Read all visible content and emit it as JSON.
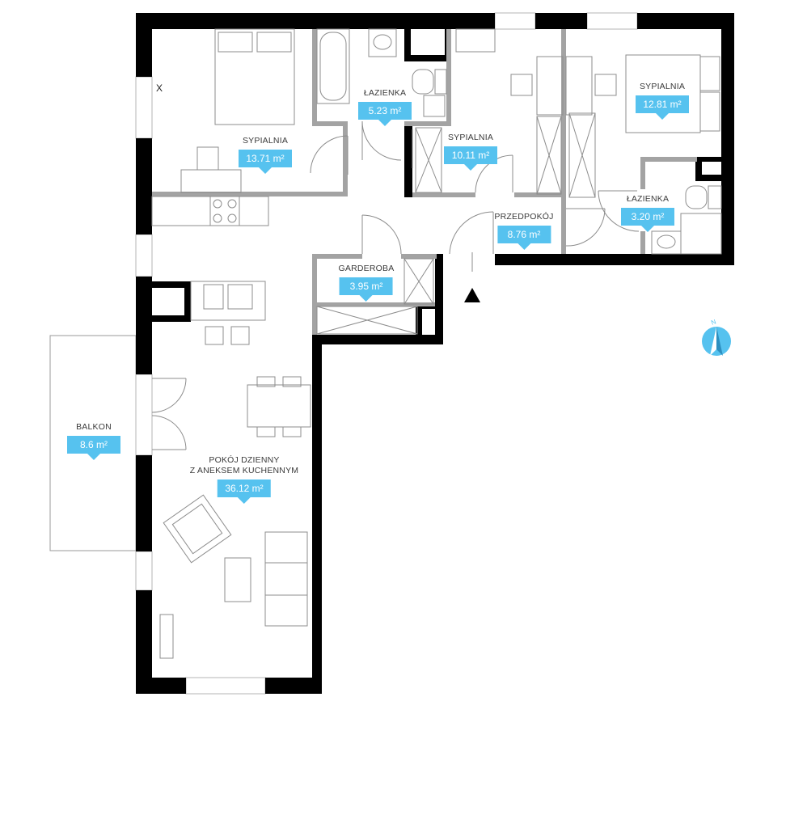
{
  "rooms": {
    "bedroom_1": {
      "name": "SYPIALNIA",
      "area": "13.71 m²"
    },
    "bathroom_1": {
      "name": "ŁAZIENKA",
      "area": "5.23 m²"
    },
    "bedroom_2": {
      "name": "SYPIALNIA",
      "area": "10.11 m²"
    },
    "bedroom_3": {
      "name": "SYPIALNIA",
      "area": "12.81 m²"
    },
    "bathroom_2": {
      "name": "ŁAZIENKA",
      "area": "3.20 m²"
    },
    "hallway": {
      "name": "PRZEDPOKÓJ",
      "area": "8.76 m²"
    },
    "wardrobe": {
      "name": "GARDEROBA",
      "area": "3.95 m²"
    },
    "balcony": {
      "name": "BALKON",
      "area": "8.6 m²"
    },
    "living_room": {
      "name_line1": "POKÓJ DZIENNY",
      "name_line2": "Z ANEKSEM KUCHENNYM",
      "area": "36.12 m²"
    }
  },
  "markers": {
    "x": "X",
    "compass_label": "N"
  },
  "colors": {
    "accent": "#56c2ef",
    "wall": "#000000",
    "partition": "#a3a3a3",
    "furniture": "#8c8c8c"
  },
  "icons": {
    "entrance": "entrance-arrow-icon",
    "compass": "compass-icon"
  }
}
